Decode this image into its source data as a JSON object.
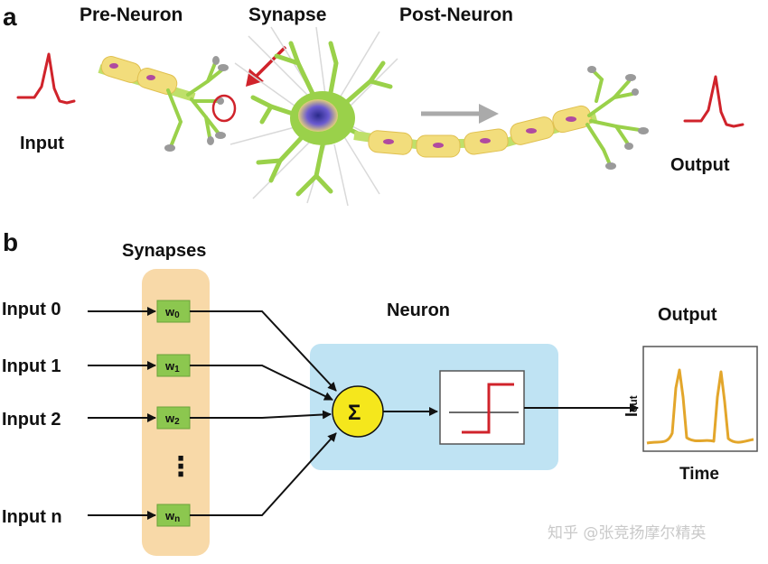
{
  "panel_a": {
    "label": "a",
    "pre_neuron_label": "Pre-Neuron",
    "synapse_label": "Synapse",
    "post_neuron_label": "Post-Neuron",
    "input_label": "Input",
    "output_label": "Output"
  },
  "panel_b": {
    "label": "b",
    "synapses_label": "Synapses",
    "neuron_label": "Neuron",
    "output_label": "Output",
    "inputs": [
      "Input 0",
      "Input 1",
      "Input 2",
      "Input n"
    ],
    "weights": [
      {
        "base": "w",
        "sub": "0"
      },
      {
        "base": "w",
        "sub": "1"
      },
      {
        "base": "w",
        "sub": "2"
      },
      {
        "base": "w",
        "sub": "n"
      }
    ],
    "ellipsis": "⋮",
    "sum_symbol": "Σ",
    "plot_ylabel": "I",
    "plot_ylabel_sub": "out",
    "plot_xlabel": "Time"
  },
  "watermark": "知乎 @张竞扬摩尔精英",
  "colors": {
    "spike_red": "#d0232b",
    "myelin": "#f2dd7c",
    "neuron_green": "#9ad14a",
    "synapse_band": "#f8d9a8",
    "weight_box": "#8cc74f",
    "neuron_box": "#bfe3f3",
    "sum_circle": "#f5e71c",
    "output_trace": "#e3a62b"
  }
}
